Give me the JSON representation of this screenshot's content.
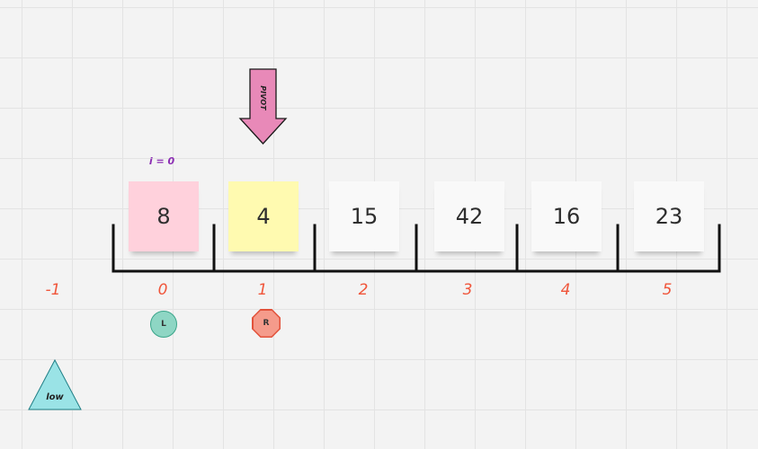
{
  "diagram": {
    "pivot_label": "PIVOT",
    "i_label": "i = 0",
    "array_values": [
      "8",
      "4",
      "15",
      "42",
      "16",
      "23"
    ],
    "indices": [
      "-1",
      "0",
      "1",
      "2",
      "3",
      "4",
      "5"
    ],
    "left_marker": "L",
    "right_marker": "R",
    "low_label": "low"
  },
  "colors": {
    "note_pink": "#ffd1dc",
    "note_yellow": "#fffab0",
    "note_white": "#f9f9f9",
    "index_text": "#f0553a",
    "i_label_text": "#8b2db3",
    "pivot_arrow": "#e889b8",
    "left_circle": "#8ed6c4",
    "right_octagon": "#f59b8b",
    "low_triangle": "#9ae3e6"
  }
}
